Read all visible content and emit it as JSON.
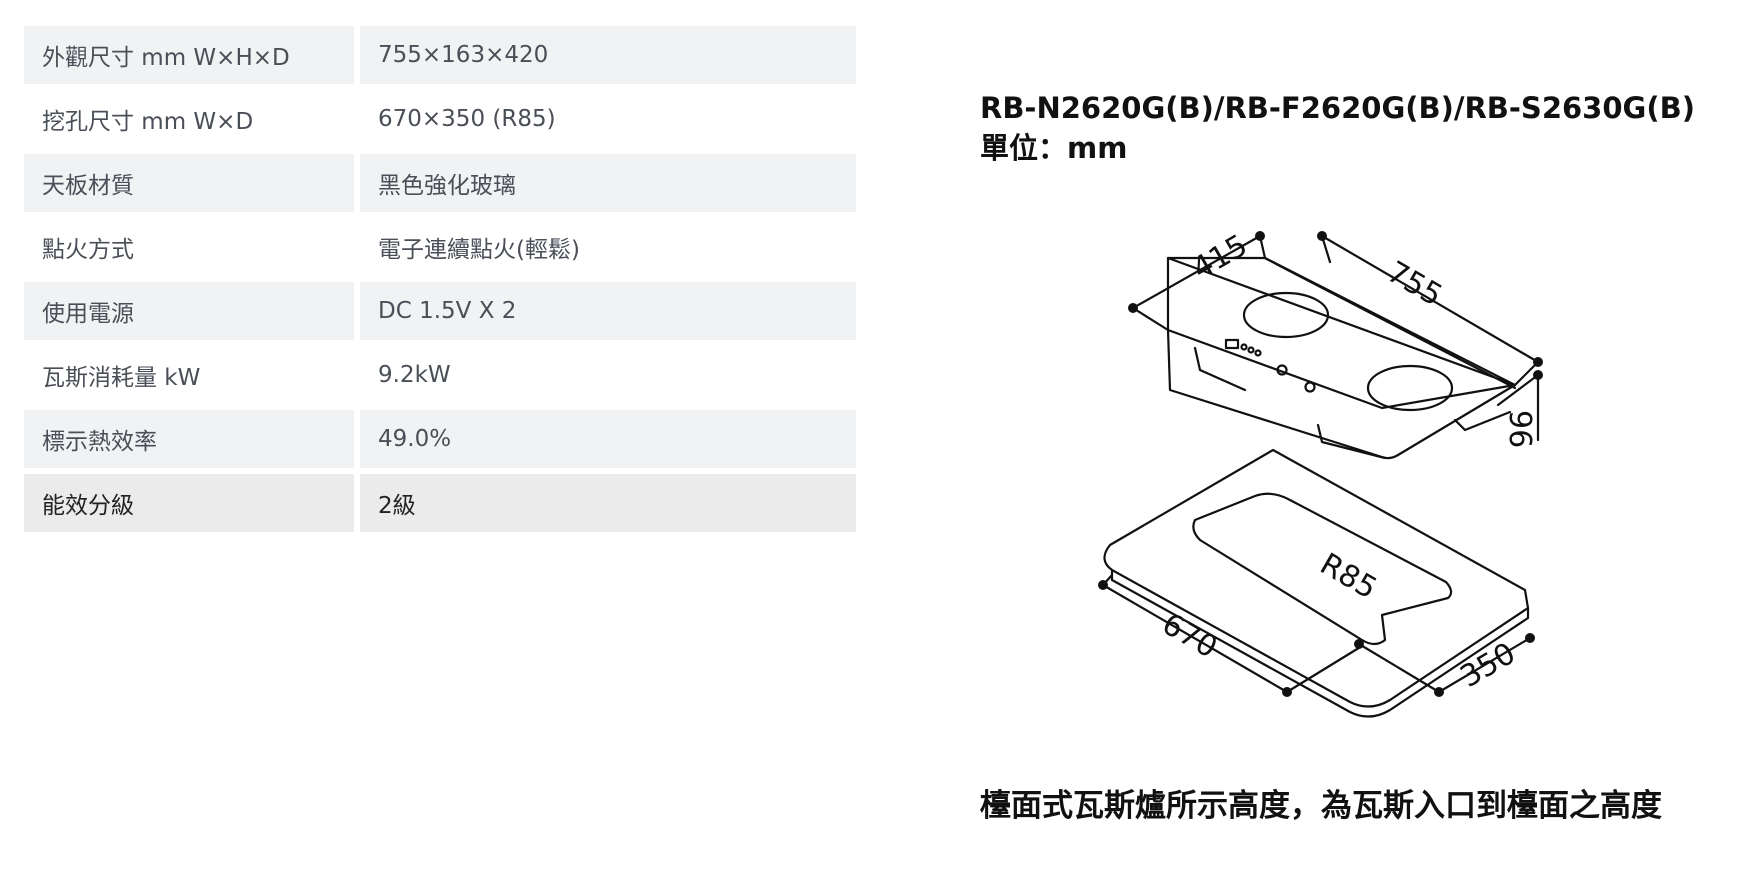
{
  "specs": [
    {
      "label": "外觀尺寸 mm W×H×D",
      "value": "755×163×420"
    },
    {
      "label": "挖孔尺寸 mm W×D",
      "value": "670×350 (R85)"
    },
    {
      "label": "天板材質",
      "value": "黑色強化玻璃"
    },
    {
      "label": "點火方式",
      "value": "電子連續點火(輕鬆)"
    },
    {
      "label": "使用電源",
      "value": "DC 1.5V X 2"
    },
    {
      "label": "瓦斯消耗量 kW",
      "value": "9.2kW"
    },
    {
      "label": "標示熱效率",
      "value": "49.0%"
    },
    {
      "label": "能效分級",
      "value": "2級"
    }
  ],
  "diagram": {
    "models": "RB-N2620G(B)/RB-F2620G(B)/RB-S2630G(B)",
    "unit": "單位：mm",
    "dim_depth": "415",
    "dim_width": "755",
    "dim_height": "96",
    "dim_cutout_width": "670",
    "dim_cutout_depth": "350",
    "dim_radius": "R85",
    "note": "檯面式瓦斯爐所示高度，為瓦斯入口到檯面之高度"
  }
}
